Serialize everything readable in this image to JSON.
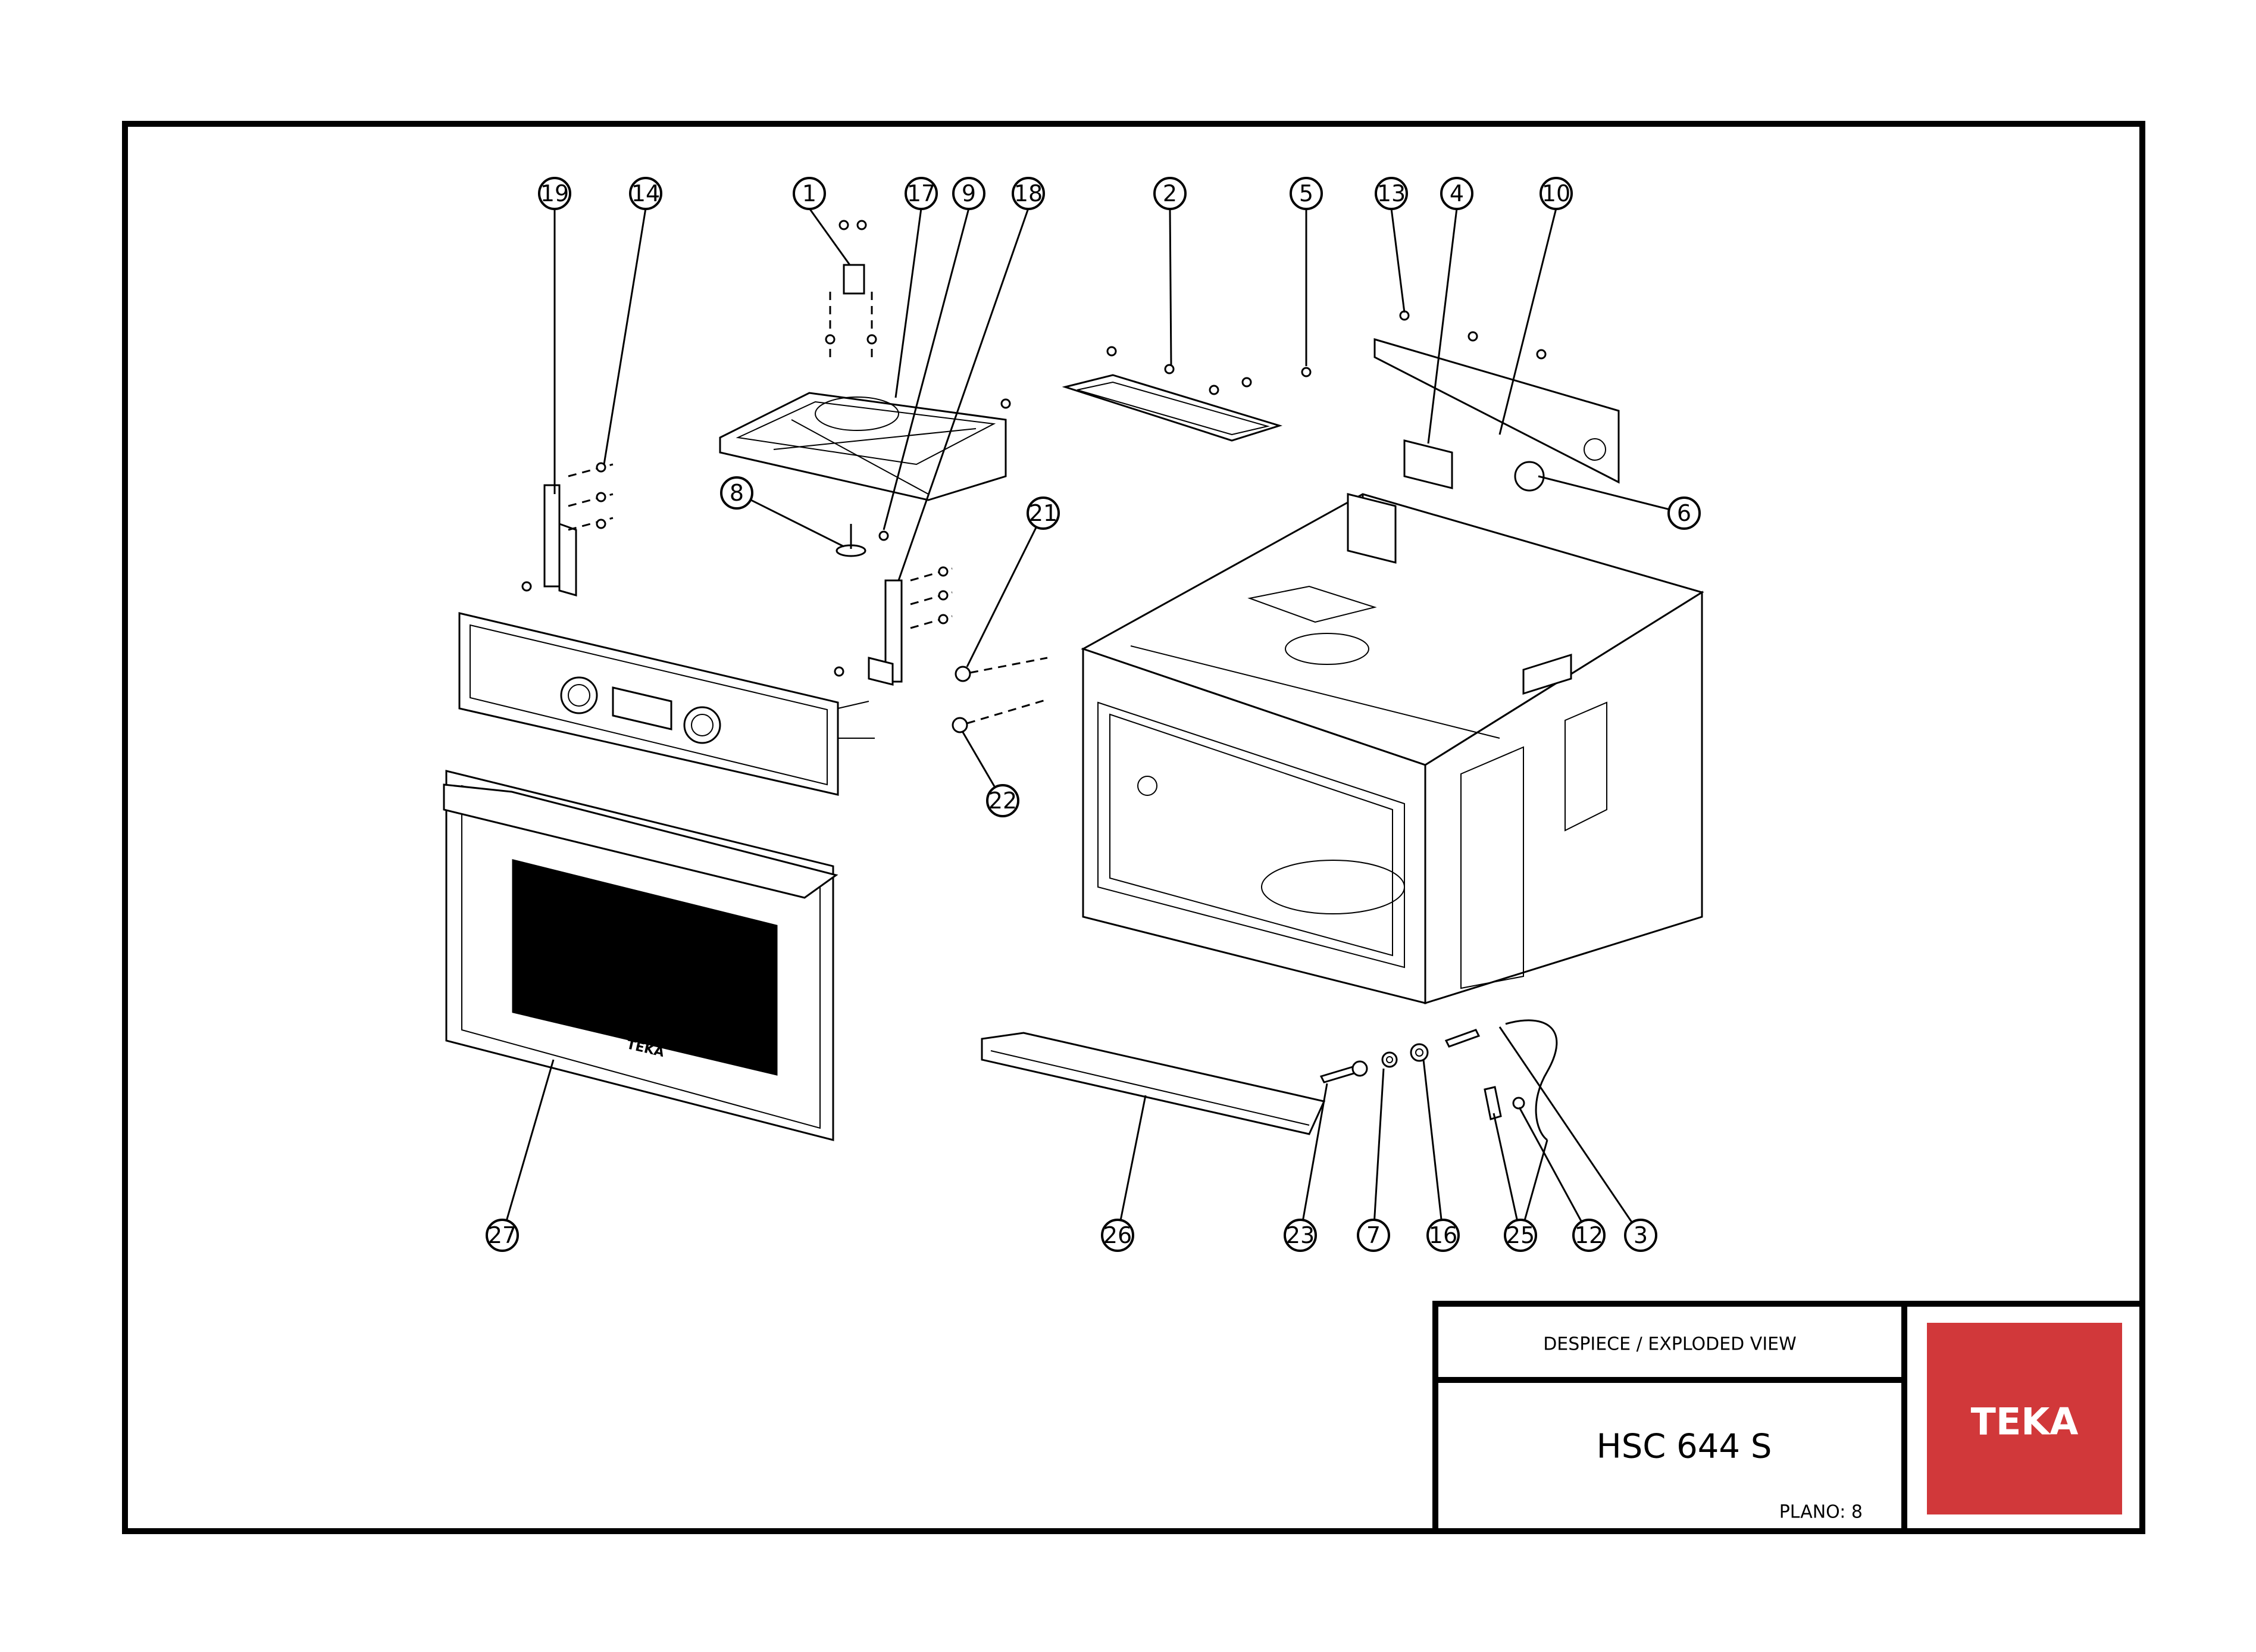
{
  "title_block": {
    "header": "DESPIECE / EXPLODED VIEW",
    "model": "HSC 644 S",
    "plano": "PLANO: 8",
    "brand": "TEKA",
    "brand_color": "#d1383a"
  },
  "door_logo": "TEKA",
  "callouts": [
    {
      "id": "19"
    },
    {
      "id": "14"
    },
    {
      "id": "1"
    },
    {
      "id": "17"
    },
    {
      "id": "9"
    },
    {
      "id": "18"
    },
    {
      "id": "2"
    },
    {
      "id": "5"
    },
    {
      "id": "13"
    },
    {
      "id": "4"
    },
    {
      "id": "10"
    },
    {
      "id": "6"
    },
    {
      "id": "8"
    },
    {
      "id": "21"
    },
    {
      "id": "22"
    },
    {
      "id": "27"
    },
    {
      "id": "26"
    },
    {
      "id": "23"
    },
    {
      "id": "7"
    },
    {
      "id": "16"
    },
    {
      "id": "25"
    },
    {
      "id": "12"
    },
    {
      "id": "3"
    }
  ]
}
